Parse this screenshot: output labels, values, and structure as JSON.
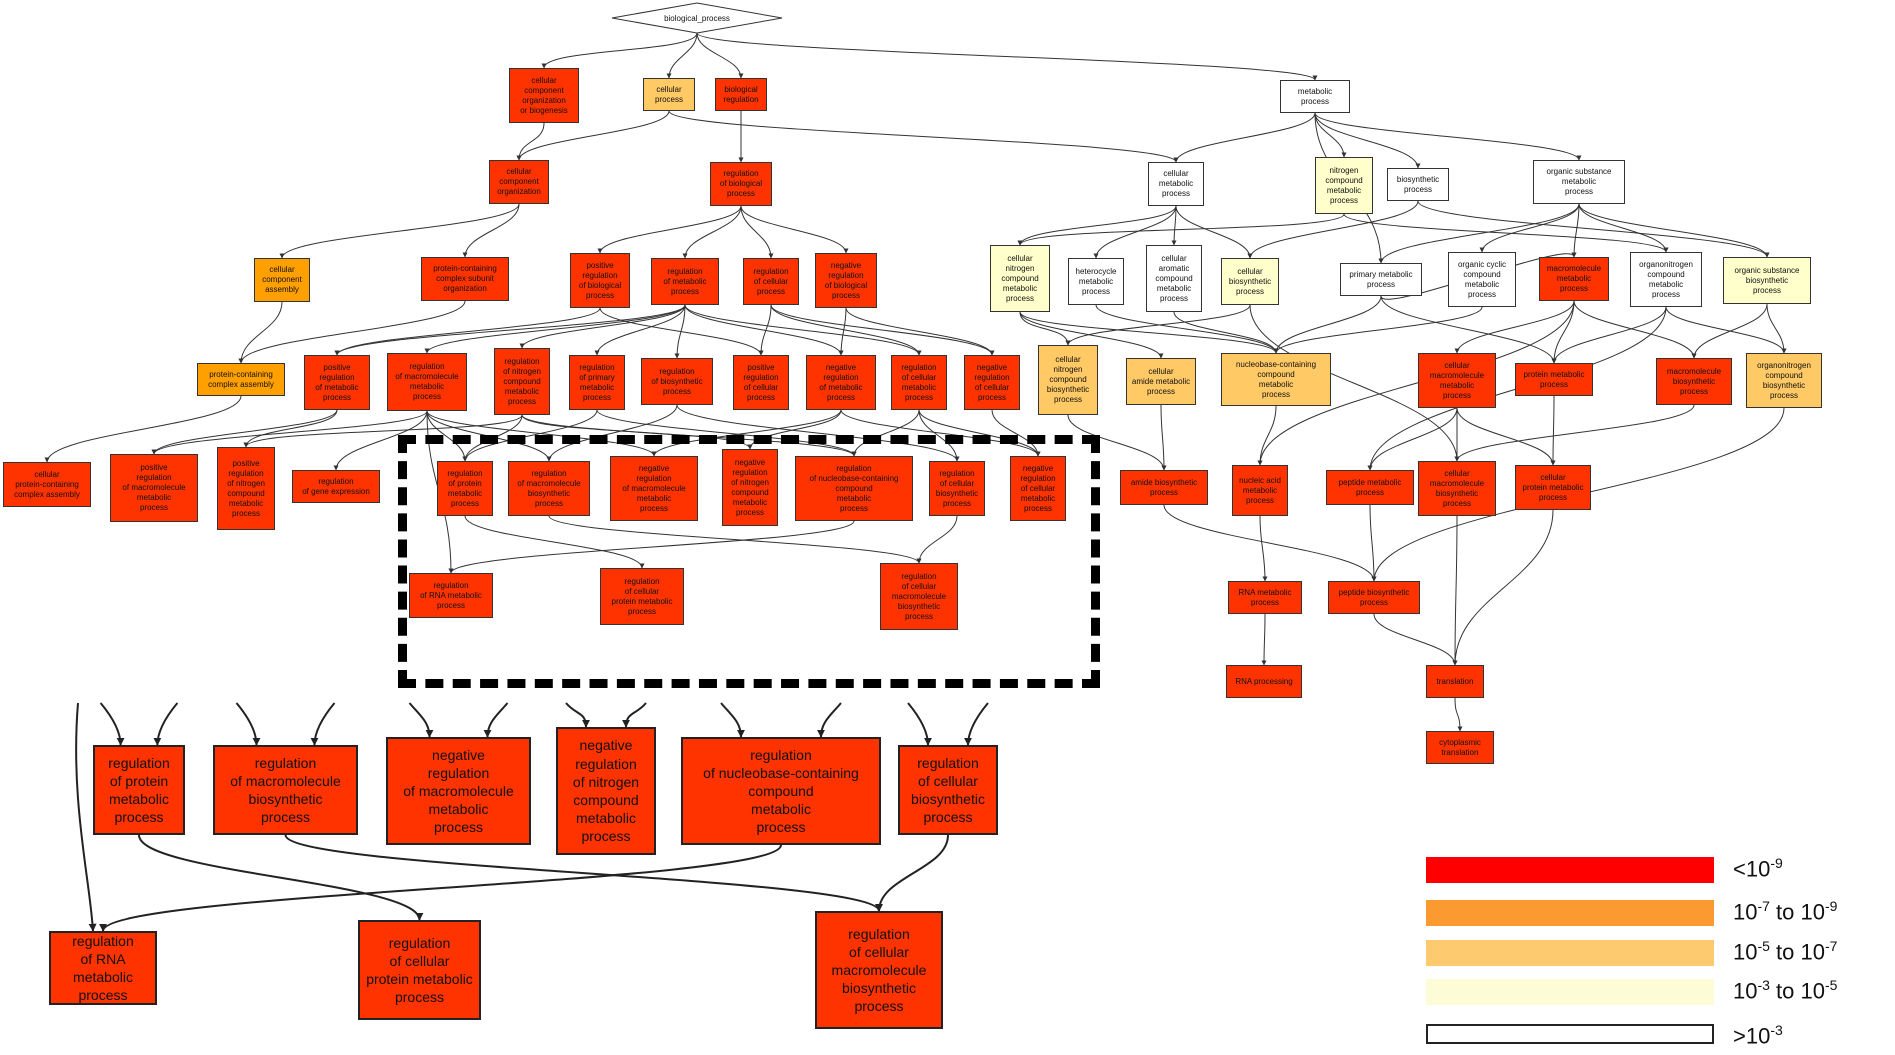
{
  "colors": {
    "red": "#ff3300",
    "orange": "#ffa000",
    "light_orange": "#ffc966",
    "pale_yellow": "#ffffcc",
    "white": "#ffffff",
    "legend_red": "#ff0000",
    "legend_orange": "#fb9a30",
    "legend_light_orange": "#fdca70",
    "legend_pale": "#fefcd6",
    "edge": "#333333"
  },
  "diagram": {
    "root": {
      "id": "bp",
      "label": "biological_process"
    },
    "nodes": [
      {
        "id": "ccob",
        "label": "cellular\ncomponent\norganization\nor biogenesis",
        "color": "red"
      },
      {
        "id": "cp",
        "label": "cellular\nprocess",
        "color": "light_orange"
      },
      {
        "id": "br",
        "label": "biological\nregulation",
        "color": "red"
      },
      {
        "id": "mp",
        "label": "metabolic\nprocess",
        "color": "white"
      },
      {
        "id": "cco",
        "label": "cellular\ncomponent\norganization",
        "color": "red"
      },
      {
        "id": "rbp",
        "label": "regulation\nof biological\nprocess",
        "color": "red"
      },
      {
        "id": "cmp",
        "label": "cellular\nmetabolic\nprocess",
        "color": "white"
      },
      {
        "id": "ncmp",
        "label": "nitrogen\ncompound\nmetabolic\nprocess",
        "color": "pale_yellow"
      },
      {
        "id": "bsp",
        "label": "biosynthetic\nprocess",
        "color": "white"
      },
      {
        "id": "osmp",
        "label": "organic substance\nmetabolic\nprocess",
        "color": "white"
      },
      {
        "id": "cca",
        "label": "cellular\ncomponent\nassembly",
        "color": "orange"
      },
      {
        "id": "pccso",
        "label": "protein-containing\ncomplex subunit\norganization",
        "color": "red"
      },
      {
        "id": "prbp",
        "label": "positive\nregulation\nof biological\nprocess",
        "color": "red"
      },
      {
        "id": "rmp",
        "label": "regulation\nof metabolic\nprocess",
        "color": "red"
      },
      {
        "id": "rcp",
        "label": "regulation\nof cellular\nprocess",
        "color": "red"
      },
      {
        "id": "nrbp",
        "label": "negative\nregulation\nof biological\nprocess",
        "color": "red"
      },
      {
        "id": "cncmp",
        "label": "cellular\nnitrogen\ncompound\nmetabolic\nprocess",
        "color": "pale_yellow"
      },
      {
        "id": "hmp",
        "label": "heterocycle\nmetabolic\nprocess",
        "color": "white"
      },
      {
        "id": "cacmp",
        "label": "cellular\naromatic\ncompound\nmetabolic\nprocess",
        "color": "white"
      },
      {
        "id": "cbp",
        "label": "cellular\nbiosynthetic\nprocess",
        "color": "pale_yellow"
      },
      {
        "id": "pmp",
        "label": "primary metabolic\nprocess",
        "color": "white"
      },
      {
        "id": "occmp",
        "label": "organic cyclic\ncompound\nmetabolic\nprocess",
        "color": "white"
      },
      {
        "id": "mmp",
        "label": "macromolecule\nmetabolic\nprocess",
        "color": "red"
      },
      {
        "id": "oncmp",
        "label": "organonitrogen\ncompound\nmetabolic\nprocess",
        "color": "white"
      },
      {
        "id": "osbp",
        "label": "organic substance\nbiosynthetic\nprocess",
        "color": "pale_yellow"
      },
      {
        "id": "pcca",
        "label": "protein-containing\ncomplex assembly",
        "color": "orange"
      },
      {
        "id": "prmp",
        "label": "positive\nregulation\nof metabolic\nprocess",
        "color": "red"
      },
      {
        "id": "rmmp",
        "label": "regulation\nof macromolecule\nmetabolic\nprocess",
        "color": "red"
      },
      {
        "id": "rncmp",
        "label": "regulation\nof nitrogen\ncompound\nmetabolic\nprocess",
        "color": "red"
      },
      {
        "id": "rpmp",
        "label": "regulation\nof primary\nmetabolic\nprocess",
        "color": "red"
      },
      {
        "id": "rbsp",
        "label": "regulation\nof biosynthetic\nprocess",
        "color": "red"
      },
      {
        "id": "prcp",
        "label": "positive\nregulation\nof cellular\nprocess",
        "color": "red"
      },
      {
        "id": "nrmp",
        "label": "negative\nregulation\nof metabolic\nprocess",
        "color": "red"
      },
      {
        "id": "rcmp",
        "label": "regulation\nof cellular\nmetabolic\nprocess",
        "color": "red"
      },
      {
        "id": "nrcp",
        "label": "negative\nregulation\nof cellular\nprocess",
        "color": "red"
      },
      {
        "id": "cncbp",
        "label": "cellular\nnitrogen\ncompound\nbiosynthetic\nprocess",
        "color": "light_orange"
      },
      {
        "id": "camp",
        "label": "cellular\namide metabolic\nprocess",
        "color": "light_orange"
      },
      {
        "id": "nbccmp",
        "label": "nucleobase-containing\ncompound\nmetabolic\nprocess",
        "color": "light_orange"
      },
      {
        "id": "cmmp",
        "label": "cellular\nmacromolecule\nmetabolic\nprocess",
        "color": "red"
      },
      {
        "id": "prtmp",
        "label": "protein metabolic\nprocess",
        "color": "red"
      },
      {
        "id": "mbp",
        "label": "macromolecule\nbiosynthetic\nprocess",
        "color": "red"
      },
      {
        "id": "oncbp",
        "label": "organonitrogen\ncompound\nbiosynthetic\nprocess",
        "color": "light_orange"
      },
      {
        "id": "cpcca",
        "label": "cellular\nprotein-containing\ncomplex assembly",
        "color": "red"
      },
      {
        "id": "prmmp",
        "label": "positive\nregulation\nof macromolecule\nmetabolic\nprocess",
        "color": "red"
      },
      {
        "id": "prncmp",
        "label": "positive\nregulation\nof nitrogen\ncompound\nmetabolic\nprocess",
        "color": "red"
      },
      {
        "id": "rge",
        "label": "regulation\nof gene expression",
        "color": "red"
      },
      {
        "id": "rprmp",
        "label": "regulation\nof protein\nmetabolic\nprocess",
        "color": "red"
      },
      {
        "id": "rmbp",
        "label": "regulation\nof macromolecule\nbiosynthetic\nprocess",
        "color": "red"
      },
      {
        "id": "nrmmp",
        "label": "negative\nregulation\nof macromolecule\nmetabolic\nprocess",
        "color": "red"
      },
      {
        "id": "nrncmp",
        "label": "negative\nregulation\nof nitrogen\ncompound\nmetabolic\nprocess",
        "color": "red"
      },
      {
        "id": "rnbcmp",
        "label": "regulation\nof nucleobase-containing\ncompound\nmetabolic\nprocess",
        "color": "red"
      },
      {
        "id": "rcbp",
        "label": "regulation\nof cellular\nbiosynthetic\nprocess",
        "color": "red"
      },
      {
        "id": "nrcmp",
        "label": "negative\nregulation\nof cellular\nmetabolic\nprocess",
        "color": "red"
      },
      {
        "id": "abp",
        "label": "amide biosynthetic\nprocess",
        "color": "red"
      },
      {
        "id": "namp",
        "label": "nucleic acid\nmetabolic\nprocess",
        "color": "red"
      },
      {
        "id": "pepmp",
        "label": "peptide metabolic\nprocess",
        "color": "red"
      },
      {
        "id": "cmbp",
        "label": "cellular\nmacromolecule\nbiosynthetic\nprocess",
        "color": "red"
      },
      {
        "id": "cprmp",
        "label": "cellular\nprotein metabolic\nprocess",
        "color": "red"
      },
      {
        "id": "rrnamp",
        "label": "regulation\nof RNA metabolic\nprocess",
        "color": "red"
      },
      {
        "id": "rcpmp",
        "label": "regulation\nof cellular\nprotein metabolic\nprocess",
        "color": "red"
      },
      {
        "id": "rcmbp",
        "label": "regulation\nof cellular\nmacromolecule\nbiosynthetic\nprocess",
        "color": "red"
      },
      {
        "id": "rnamp",
        "label": "RNA metabolic\nprocess",
        "color": "red"
      },
      {
        "id": "pepbp",
        "label": "peptide biosynthetic\nprocess",
        "color": "red"
      },
      {
        "id": "rnap",
        "label": "RNA processing",
        "color": "red"
      },
      {
        "id": "trl",
        "label": "translation",
        "color": "red"
      },
      {
        "id": "ctrl",
        "label": "cytoplasmic\ntranslation",
        "color": "red"
      }
    ],
    "edges": [
      [
        "bp",
        "ccob"
      ],
      [
        "bp",
        "cp"
      ],
      [
        "bp",
        "br"
      ],
      [
        "bp",
        "mp"
      ],
      [
        "ccob",
        "cco"
      ],
      [
        "cp",
        "cco"
      ],
      [
        "cp",
        "cmp"
      ],
      [
        "br",
        "rbp"
      ],
      [
        "mp",
        "cmp"
      ],
      [
        "mp",
        "ncmp"
      ],
      [
        "mp",
        "bsp"
      ],
      [
        "mp",
        "osmp"
      ],
      [
        "mp",
        "pmp"
      ],
      [
        "cco",
        "cca"
      ],
      [
        "cco",
        "pccso"
      ],
      [
        "rbp",
        "prbp"
      ],
      [
        "rbp",
        "rmp"
      ],
      [
        "rbp",
        "rcp"
      ],
      [
        "rbp",
        "nrbp"
      ],
      [
        "cmp",
        "cncmp"
      ],
      [
        "cmp",
        "hmp"
      ],
      [
        "cmp",
        "cacmp"
      ],
      [
        "cmp",
        "cbp"
      ],
      [
        "ncmp",
        "cncmp"
      ],
      [
        "ncmp",
        "oncmp"
      ],
      [
        "bsp",
        "cbp"
      ],
      [
        "bsp",
        "osbp"
      ],
      [
        "osmp",
        "occmp"
      ],
      [
        "osmp",
        "mmp"
      ],
      [
        "osmp",
        "oncmp"
      ],
      [
        "osmp",
        "osbp"
      ],
      [
        "osmp",
        "pmp"
      ],
      [
        "cca",
        "pcca"
      ],
      [
        "pccso",
        "pcca"
      ],
      [
        "prbp",
        "prmp"
      ],
      [
        "prbp",
        "prcp"
      ],
      [
        "rmp",
        "prmp"
      ],
      [
        "rmp",
        "rmmp"
      ],
      [
        "rmp",
        "rncmp"
      ],
      [
        "rmp",
        "rpmp"
      ],
      [
        "rmp",
        "rbsp"
      ],
      [
        "rmp",
        "nrmp"
      ],
      [
        "rmp",
        "rcmp"
      ],
      [
        "rcp",
        "prcp"
      ],
      [
        "rcp",
        "rcmp"
      ],
      [
        "rcp",
        "nrcp"
      ],
      [
        "nrbp",
        "nrmp"
      ],
      [
        "nrbp",
        "nrcp"
      ],
      [
        "cncmp",
        "cncbp"
      ],
      [
        "cncmp",
        "camp"
      ],
      [
        "cncmp",
        "nbccmp"
      ],
      [
        "hmp",
        "nbccmp"
      ],
      [
        "cacmp",
        "nbccmp"
      ],
      [
        "cbp",
        "cncbp"
      ],
      [
        "cbp",
        "cmbp"
      ],
      [
        "pmp",
        "mmp"
      ],
      [
        "pmp",
        "nbccmp"
      ],
      [
        "pmp",
        "prtmp"
      ],
      [
        "occmp",
        "nbccmp"
      ],
      [
        "mmp",
        "cmmp"
      ],
      [
        "mmp",
        "prtmp"
      ],
      [
        "mmp",
        "mbp"
      ],
      [
        "mmp",
        "namp"
      ],
      [
        "oncmp",
        "prtmp"
      ],
      [
        "oncmp",
        "oncbp"
      ],
      [
        "oncmp",
        "pepmp"
      ],
      [
        "osbp",
        "mbp"
      ],
      [
        "osbp",
        "oncbp"
      ],
      [
        "pcca",
        "cpcca"
      ],
      [
        "prmp",
        "prmmp"
      ],
      [
        "prmp",
        "prncmp"
      ],
      [
        "rmmp",
        "prmmp"
      ],
      [
        "rmmp",
        "rge"
      ],
      [
        "rmmp",
        "rprmp"
      ],
      [
        "rmmp",
        "rmbp"
      ],
      [
        "rmmp",
        "nrmmp"
      ],
      [
        "rmmp",
        "rrnamp"
      ],
      [
        "rncmp",
        "prncmp"
      ],
      [
        "rncmp",
        "nrncmp"
      ],
      [
        "rncmp",
        "rnbcmp"
      ],
      [
        "rncmp",
        "rprmp"
      ],
      [
        "rpmp",
        "rprmp"
      ],
      [
        "rpmp",
        "rnbcmp"
      ],
      [
        "rbsp",
        "rmbp"
      ],
      [
        "rbsp",
        "rcbp"
      ],
      [
        "nrmp",
        "nrmmp"
      ],
      [
        "nrmp",
        "nrncmp"
      ],
      [
        "nrmp",
        "nrcmp"
      ],
      [
        "rcmp",
        "rcbp"
      ],
      [
        "rcmp",
        "nrcmp"
      ],
      [
        "rcmp",
        "rnbcmp"
      ],
      [
        "nrcp",
        "nrcmp"
      ],
      [
        "cncbp",
        "abp"
      ],
      [
        "camp",
        "abp"
      ],
      [
        "nbccmp",
        "namp"
      ],
      [
        "cmmp",
        "cmbp"
      ],
      [
        "cmmp",
        "cprmp"
      ],
      [
        "cmmp",
        "pepmp"
      ],
      [
        "prtmp",
        "cprmp"
      ],
      [
        "mbp",
        "cmbp"
      ],
      [
        "oncbp",
        "pepbp"
      ],
      [
        "rprmp",
        "rcpmp"
      ],
      [
        "rmbp",
        "rcmbp"
      ],
      [
        "rnbcmp",
        "rrnamp"
      ],
      [
        "rcbp",
        "rcmbp"
      ],
      [
        "abp",
        "pepbp"
      ],
      [
        "namp",
        "rnamp"
      ],
      [
        "pepmp",
        "pepbp"
      ],
      [
        "cmbp",
        "trl"
      ],
      [
        "cprmp",
        "trl"
      ],
      [
        "rnamp",
        "rnap"
      ],
      [
        "pepbp",
        "trl"
      ],
      [
        "trl",
        "ctrl"
      ]
    ],
    "zoom_nodes": [
      {
        "id": "rprmp",
        "label": "regulation\nof protein\nmetabolic\nprocess"
      },
      {
        "id": "rmbp",
        "label": "regulation\nof macromolecule\nbiosynthetic\nprocess"
      },
      {
        "id": "nrmmp",
        "label": "negative\nregulation\nof macromolecule\nmetabolic\nprocess"
      },
      {
        "id": "nrncmp",
        "label": "negative\nregulation\nof nitrogen\ncompound\nmetabolic\nprocess"
      },
      {
        "id": "rnbcmp",
        "label": "regulation\nof nucleobase-containing\ncompound\nmetabolic\nprocess"
      },
      {
        "id": "rcbp",
        "label": "regulation\nof cellular\nbiosynthetic\nprocess"
      },
      {
        "id": "rrnamp",
        "label": "regulation\nof RNA metabolic\nprocess"
      },
      {
        "id": "rcpmp",
        "label": "regulation\nof cellular\nprotein metabolic\nprocess"
      },
      {
        "id": "rcmbp",
        "label": "regulation\nof cellular\nmacromolecule\nbiosynthetic\nprocess"
      }
    ],
    "zoom_edges": [
      [
        "rprmp",
        "rcpmp"
      ],
      [
        "rmbp",
        "rcmbp"
      ],
      [
        "rnbcmp",
        "rrnamp"
      ],
      [
        "rcbp",
        "rcmbp"
      ]
    ]
  },
  "legend": [
    {
      "color": "legend_red",
      "base": "<10",
      "exp": "-9",
      "rest": "",
      "exp2": ""
    },
    {
      "color": "legend_orange",
      "base": "10",
      "exp": "-7",
      "rest": " to 10",
      "exp2": "-9"
    },
    {
      "color": "legend_light_orange",
      "base": "10",
      "exp": "-5",
      "rest": " to 10",
      "exp2": "-7"
    },
    {
      "color": "legend_pale",
      "base": "10",
      "exp": "-3",
      "rest": " to 10",
      "exp2": "-5"
    },
    {
      "color": "white",
      "base": ">10",
      "exp": "-3",
      "rest": "",
      "exp2": ""
    }
  ]
}
